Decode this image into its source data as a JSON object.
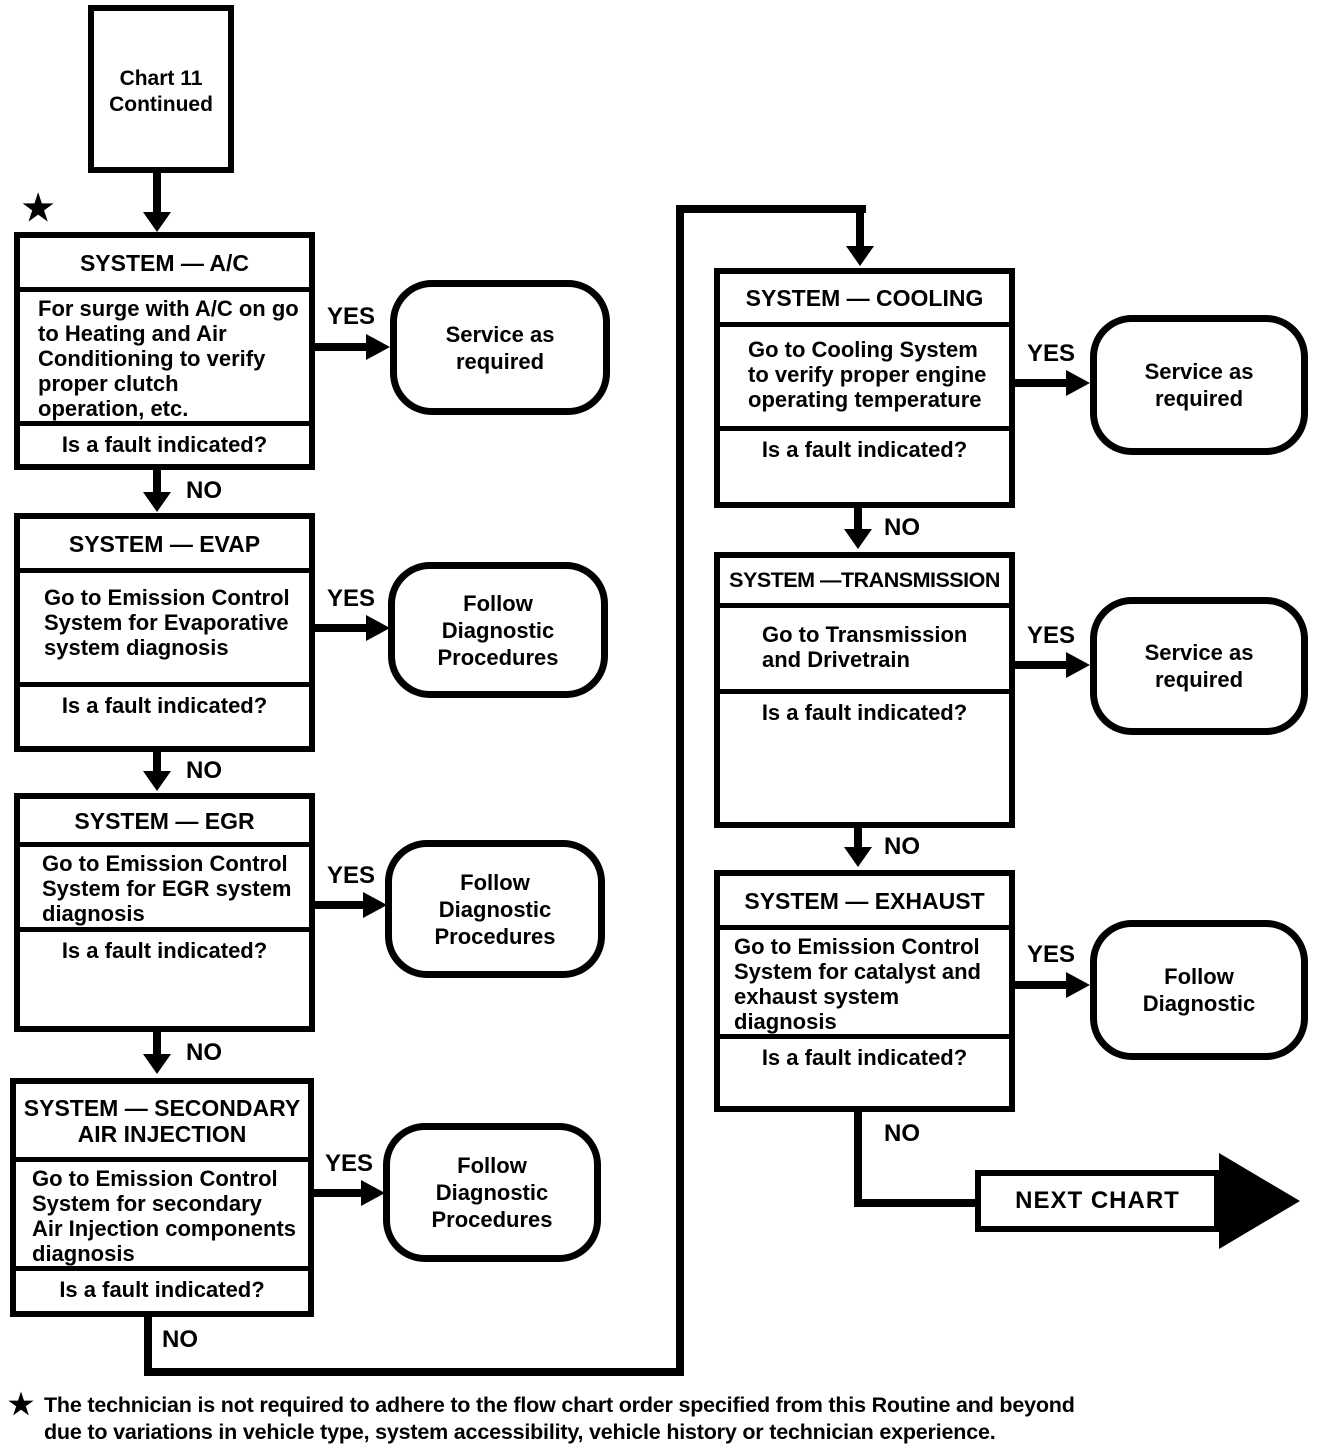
{
  "chart": {
    "title_box": "Chart 11\nContinued",
    "yes_label": "YES",
    "no_label": "NO",
    "star": "★",
    "next_chart_label": "NEXT CHART",
    "nodes": {
      "ac": {
        "title": "SYSTEM — A/C",
        "body": "For surge with A/C on go\nto Heating and Air\nConditioning to verify\nproper clutch\noperation, etc.",
        "question": "Is a fault indicated?",
        "outcome": "Service as\nrequired"
      },
      "evap": {
        "title": "SYSTEM — EVAP",
        "body": "Go to Emission Control\nSystem for Evaporative\nsystem diagnosis",
        "question": "Is a fault indicated?",
        "outcome": "Follow\nDiagnostic\nProcedures"
      },
      "egr": {
        "title": "SYSTEM — EGR",
        "body": "Go to Emission Control\nSystem for EGR system\ndiagnosis",
        "question": "Is a fault indicated?",
        "outcome": "Follow\nDiagnostic\nProcedures"
      },
      "sai": {
        "title": "SYSTEM — SECONDARY\nAIR INJECTION",
        "body": "Go to Emission Control\nSystem for secondary\nAir Injection components\ndiagnosis",
        "question": "Is a fault indicated?",
        "outcome": "Follow\nDiagnostic\nProcedures"
      },
      "cooling": {
        "title": "SYSTEM — COOLING",
        "body": "Go to Cooling System\nto verify proper engine\noperating temperature",
        "question": "Is a fault indicated?",
        "outcome": "Service as\nrequired"
      },
      "trans": {
        "title": "SYSTEM —TRANSMISSION",
        "body": "Go to Transmission\nand Drivetrain",
        "question": "Is a fault indicated?",
        "outcome": "Service as\nrequired"
      },
      "exhaust": {
        "title": "SYSTEM — EXHAUST",
        "body": "Go to Emission Control\nSystem for catalyst and\nexhaust system diagnosis",
        "question": "Is a fault indicated?",
        "outcome": "Follow\nDiagnostic"
      }
    },
    "footnote": "The technician is not required to adhere to the flow chart order specified from this Routine and beyond\ndue to variations in vehicle type, system accessibility, vehicle history or technician experience."
  }
}
